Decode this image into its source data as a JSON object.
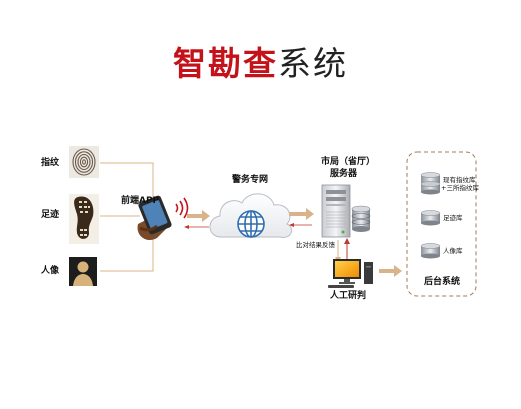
{
  "title": {
    "part_red": "智勘查",
    "part_dark": "系统"
  },
  "inputs": {
    "fingerprint": "指纹",
    "footprint": "足迹",
    "portrait": "人像"
  },
  "front_app": "前端APP",
  "police_network": "警务专网",
  "server": {
    "line1": "市局（省厅）",
    "line2": "服务器"
  },
  "compare_feedback": "比对结果反馈",
  "manual_review": "人工研判",
  "backend": {
    "db_fingerprint_line1": "现有指纹库",
    "db_fingerprint_line2": "+三所指纹库",
    "db_footprint": "足迹库",
    "db_portrait": "人像库",
    "label": "后台系统"
  },
  "colors": {
    "title_red": "#c4121a",
    "connector": "#d9b48a",
    "feedback_arrow": "#c0392b",
    "cloud_blue": "#2f6fb0",
    "dashed_border": "#a87a55"
  }
}
